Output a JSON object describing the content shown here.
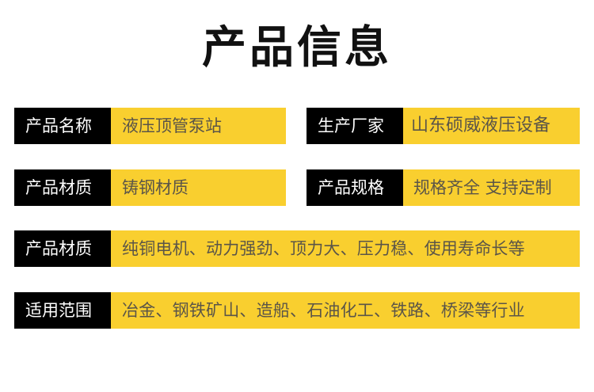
{
  "page": {
    "title": "产品信息"
  },
  "colors": {
    "label_bg": "#000000",
    "label_text": "#ffffff",
    "value_bg": "#f9cf2f",
    "value_text": "#5b5548"
  },
  "fields": [
    {
      "label": "产品名称",
      "value": "液压顶管泵站"
    },
    {
      "label": "生产厂家",
      "value": "山东硕威液压设备"
    },
    {
      "label": "产品材质",
      "value": "铸钢材质"
    },
    {
      "label": "产品规格",
      "value": "规格齐全 支持定制"
    },
    {
      "label": "产品材质",
      "value": "纯铜电机、动力强劲、顶力大、压力稳、使用寿命长等"
    },
    {
      "label": "适用范围",
      "value": "冶金、钢铁矿山、造船、石油化工、铁路、桥梁等行业"
    }
  ]
}
